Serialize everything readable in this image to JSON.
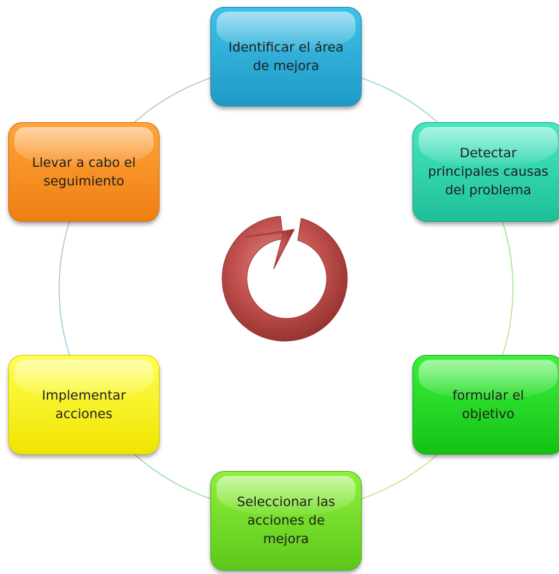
{
  "diagram": {
    "steps": [
      {
        "label": "Identificar el área\nde mejora",
        "color": "#29aadb"
      },
      {
        "label": "Detectar\nprincipales causas\ndel problema",
        "color": "#2fd3ac"
      },
      {
        "label": "formular el\nobjetivo",
        "color": "#22d822"
      },
      {
        "label": "Seleccionar las\nacciones de\nmejora",
        "color": "#74dc28"
      },
      {
        "label": "Implementar\nacciones",
        "color": "#f8f000"
      },
      {
        "label": "Llevar a cabo el\nseguimiento",
        "color": "#f78f1e"
      }
    ],
    "center_icon": "circular-arrow-icon",
    "center_icon_color": "#c0504d"
  }
}
